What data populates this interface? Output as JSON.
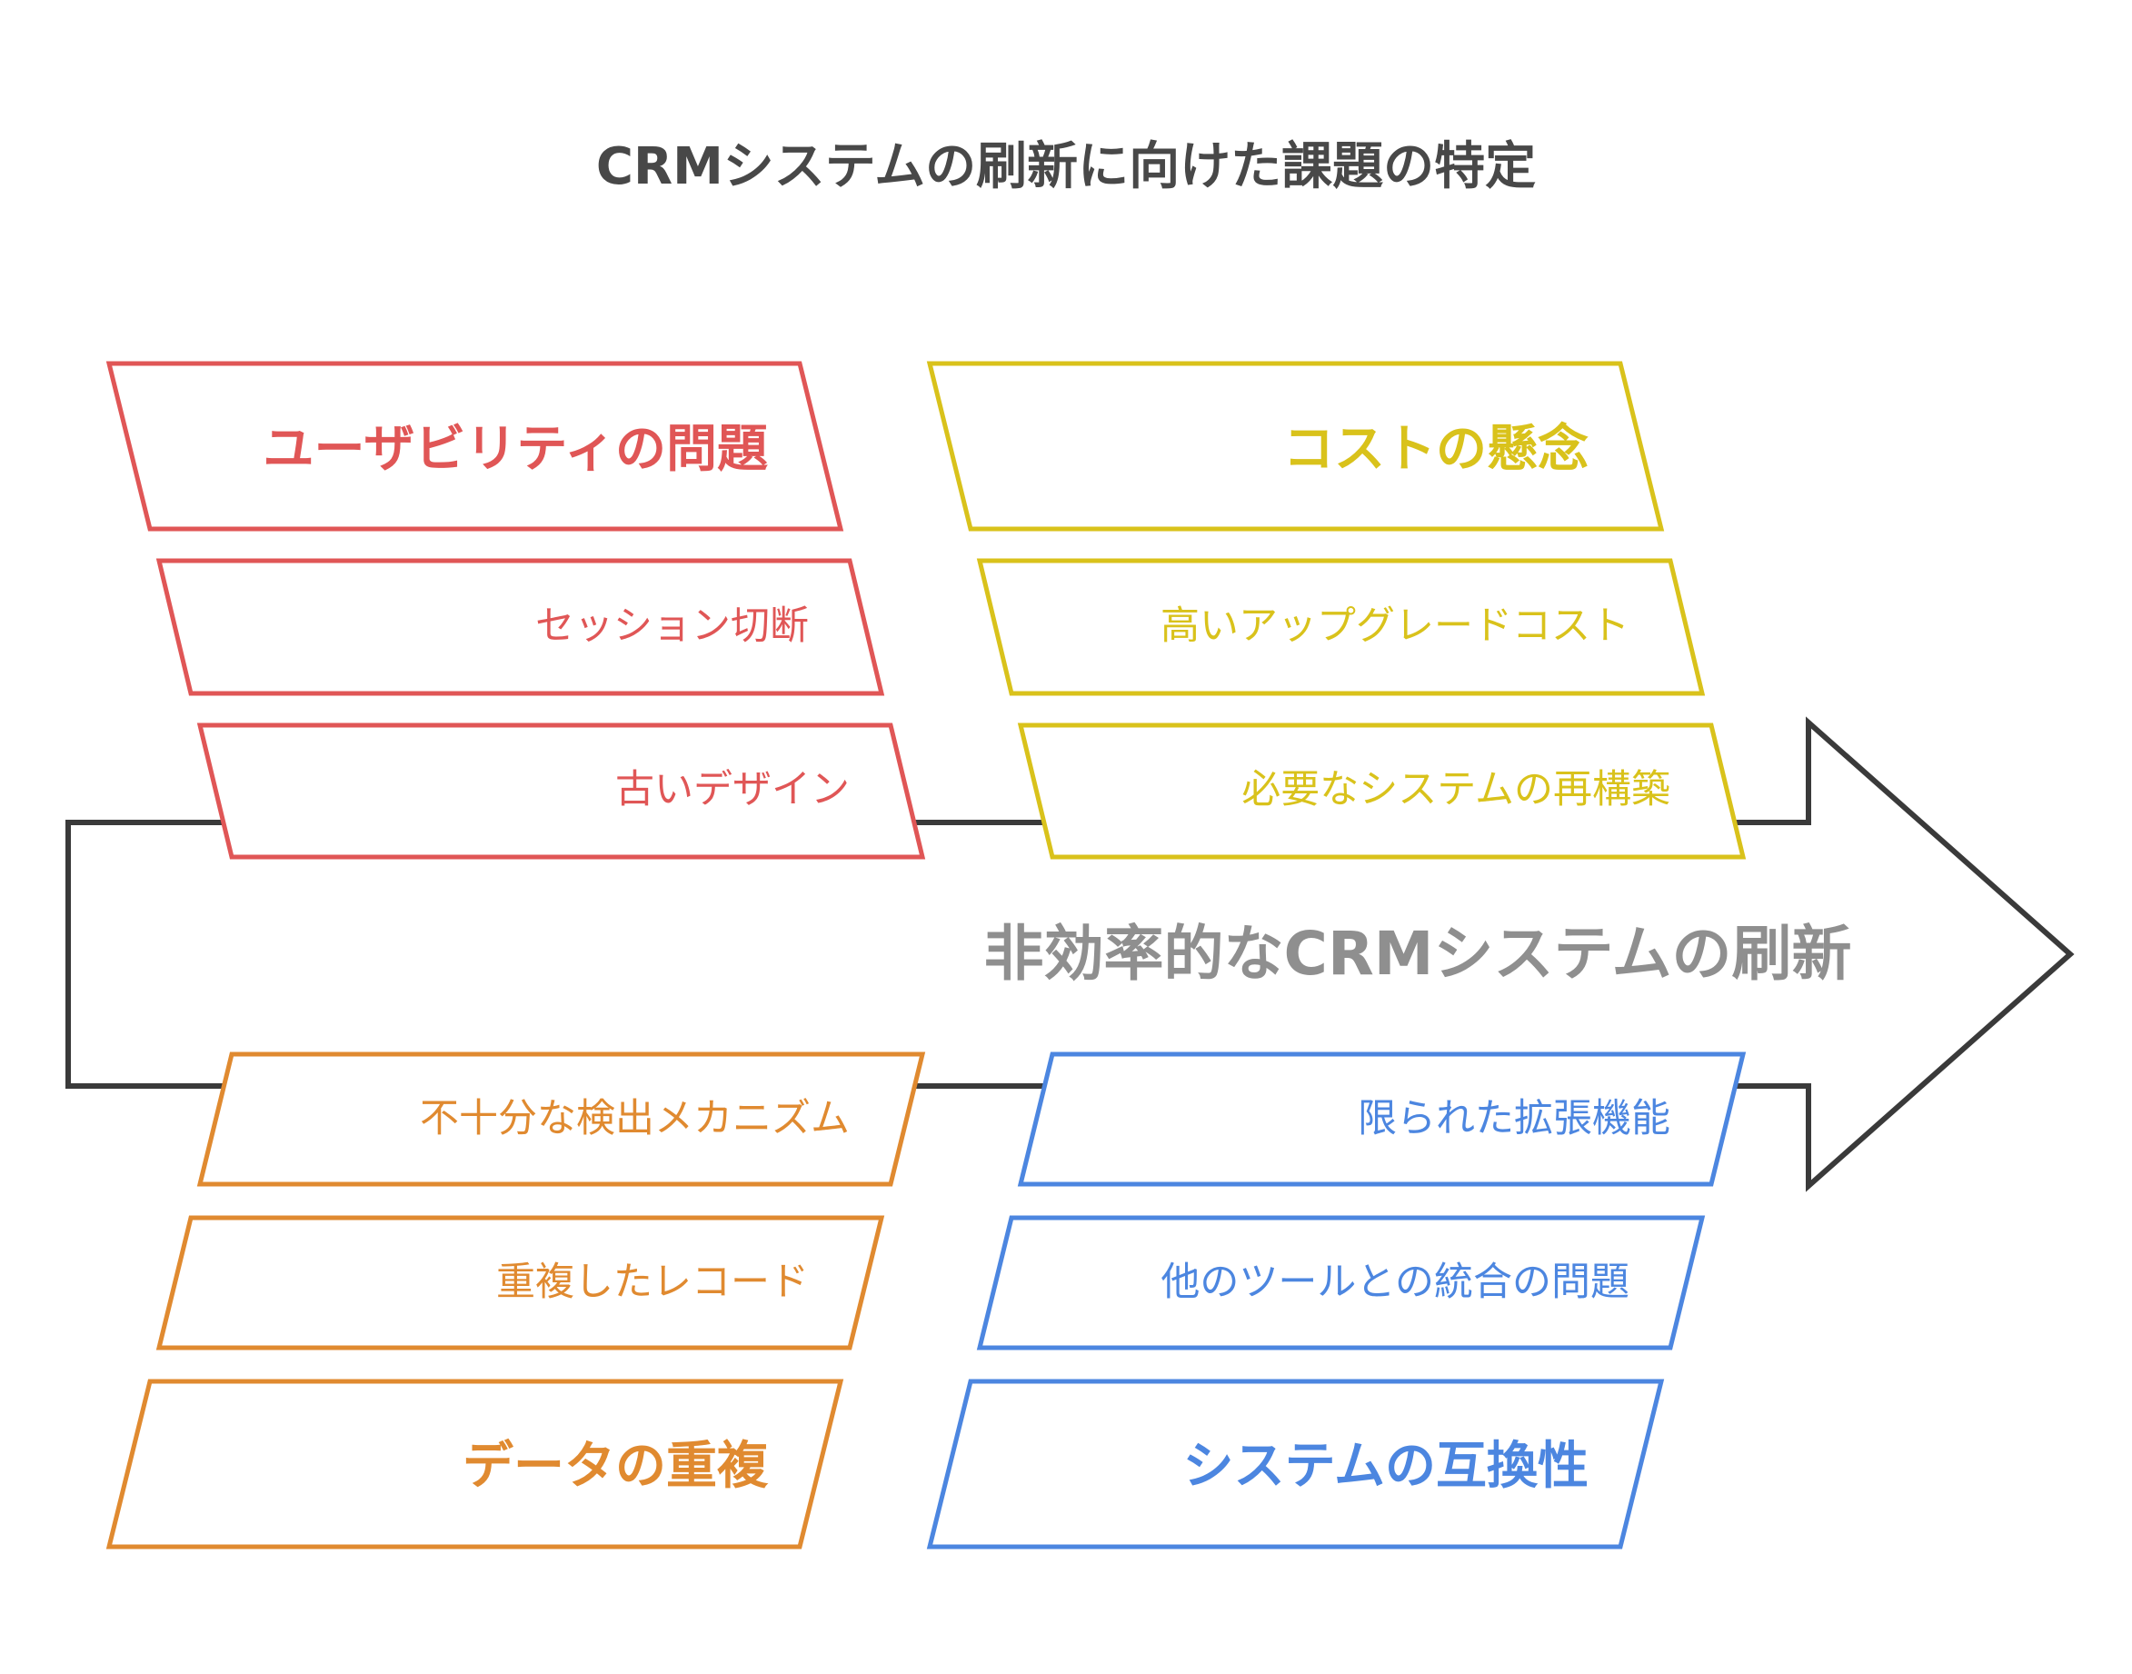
{
  "title": "CRMシステムの刷新に向けた課題の特定",
  "effect": "非効率的なCRMシステムの刷新",
  "colors": {
    "usability": "#e05656",
    "cost": "#d9c21b",
    "data": "#e08a30",
    "compat": "#4c86e0",
    "spine": "#3a3a3a",
    "effect_text": "#8f8f8f",
    "title_text": "#484848"
  },
  "categories": {
    "usability": {
      "heading": "ユーザビリティの問題",
      "items": [
        "セッション切断",
        "古いデザイン"
      ]
    },
    "cost": {
      "heading": "コストの懸念",
      "items": [
        "高いアップグレードコスト",
        "必要なシステムの再構築"
      ]
    },
    "data": {
      "heading": "データの重複",
      "items": [
        "不十分な検出メカニズム",
        "重複したレコード"
      ]
    },
    "compat": {
      "heading": "システムの互換性",
      "items": [
        "限られた拡張機能",
        "他のツールとの統合の問題"
      ]
    }
  }
}
